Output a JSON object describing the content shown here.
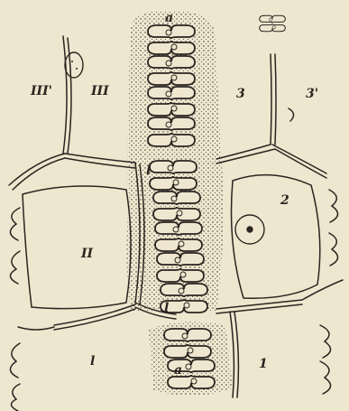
{
  "figure": {
    "background": "#efe6cf",
    "ink": "#2a2520",
    "labels": {
      "a_top": "a",
      "a_bottom": "a",
      "cell_III_prime": "III'",
      "cell_III": "III",
      "cell_3": "3",
      "cell_3_prime": "3'",
      "l_upper": "l",
      "cell_2": "2",
      "cell_II": "II",
      "l_lower": "l",
      "l_left": "l",
      "cell_1": "1"
    }
  }
}
